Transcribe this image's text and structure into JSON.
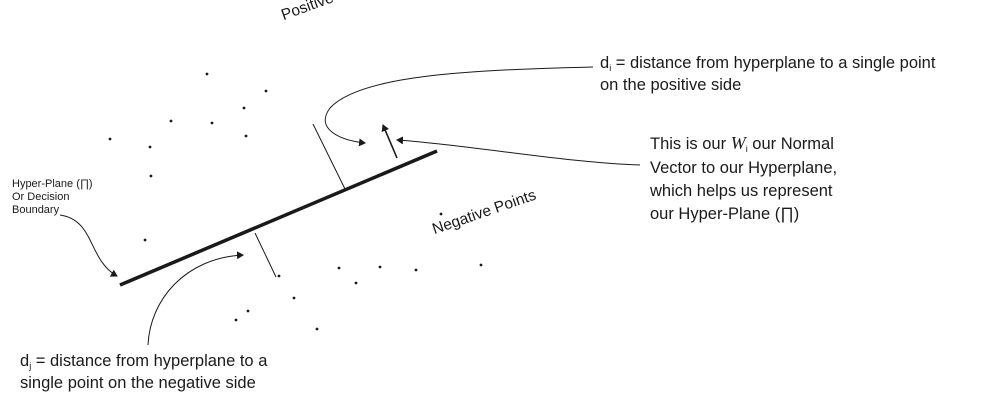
{
  "positive_label": "Positive Points",
  "negative_label": "Negative Points",
  "hyperplane_label": {
    "line1": "Hyper-Plane (∏)",
    "line2": "Or Decision",
    "line3": "Boundary"
  },
  "di_label": {
    "d": "d",
    "sub": "i",
    "line1_rest": " = distance from hyperplane to a single point",
    "line2": "on the positive side"
  },
  "dj_label": {
    "d": "d",
    "sub": "j",
    "line1_rest": " = distance from hyperplane to a",
    "line2": "single point on the negative side"
  },
  "normal_label": {
    "line1_pre": "This is our ",
    "w": "W",
    "w_sub": "i",
    "line1_post": " our Normal",
    "line2": "Vector to our Hyperplane,",
    "line3": "which helps us represent",
    "line4": "our Hyper-Plane (∏)"
  },
  "colors": {
    "ink": "#1a1a1a",
    "background": "#ffffff"
  }
}
